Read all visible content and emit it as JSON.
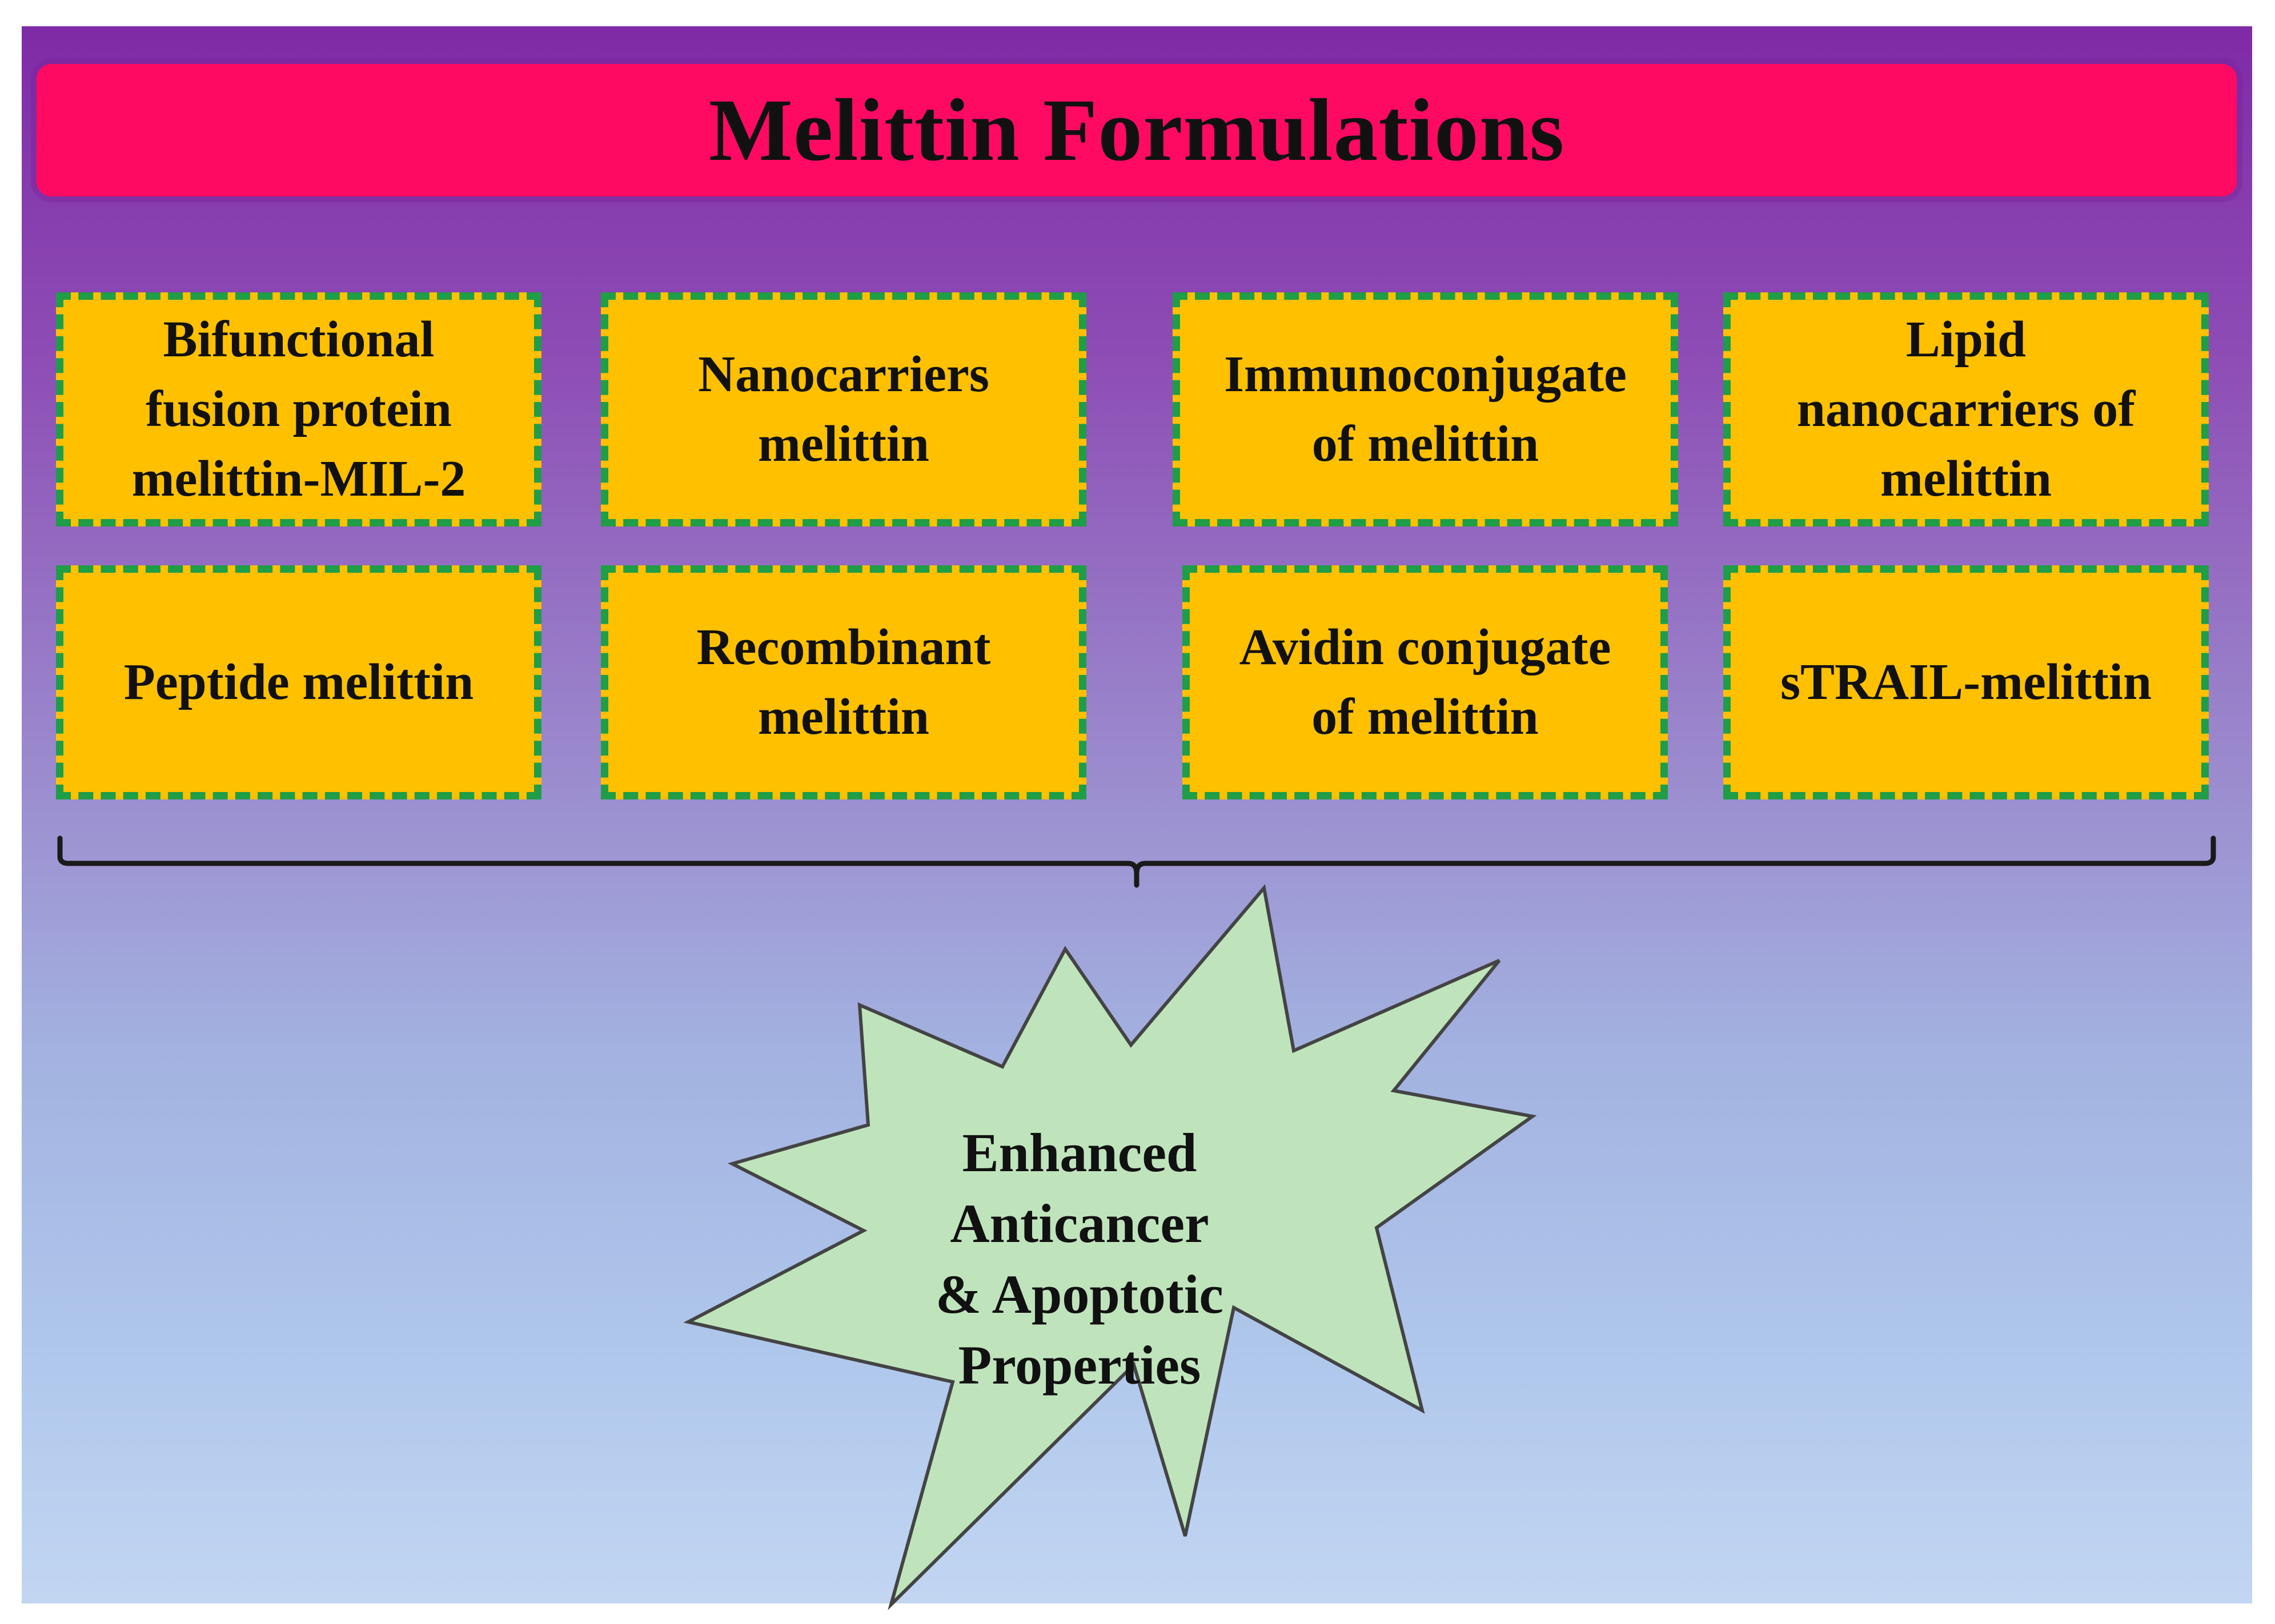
{
  "title": "Melittin Formulations",
  "formulations": [
    {
      "label": "Bifunctional\nfusion protein\nmelittin-MIL-2"
    },
    {
      "label": "Nanocarriers\nmelittin"
    },
    {
      "label": "Immunoconjugate\nof melittin"
    },
    {
      "label": "Lipid\nnanocarriers of\nmelittin"
    },
    {
      "label": "Peptide melittin"
    },
    {
      "label": "Recombinant\nmelittin"
    },
    {
      "label": "Avidin conjugate\nof melittin"
    },
    {
      "label": "sTRAIL-melittin"
    }
  ],
  "outcome": {
    "label": "Enhanced\nAnticancer\n& Apoptotic\nProperties"
  },
  "colors": {
    "header": "#ff0a63",
    "box_fill": "#ffc000",
    "box_border": "#1f9d47",
    "star_fill": "#bfe4bc"
  }
}
